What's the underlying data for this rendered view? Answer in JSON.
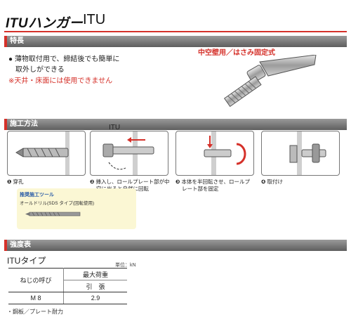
{
  "header": {
    "brand_logo": "ITUハンガー",
    "product_code": "ITU"
  },
  "features": {
    "section_title": "特長",
    "lines": [
      "● 薄物取付用で、締結後でも簡単に",
      "取外しができる"
    ],
    "warning": "※天井・床面には使用できません",
    "product_title": "中空壁用／はさみ固定式"
  },
  "method": {
    "section_title": "施工方法",
    "itu_label": "ITU",
    "steps": [
      {
        "num": "❶",
        "lines": [
          "穿孔"
        ]
      },
      {
        "num": "❷",
        "lines": [
          "挿入し、ロールプレート部が中",
          "空に出ると自然に回転"
        ]
      },
      {
        "num": "❸",
        "lines": [
          "本体を半回転させ、ロールプ",
          "レート部を固定"
        ]
      },
      {
        "num": "❹",
        "lines": [
          "取付け"
        ]
      }
    ],
    "tool": {
      "title": "推奨施工ツール",
      "line": "オールドリル(SDS タイプ(回転使用)"
    }
  },
  "strength": {
    "section_title": "強度表",
    "table_caption": "ITUタイプ",
    "unit_note": "単位：kN",
    "columns": {
      "thread": "ねじの呼び",
      "max_load": "最大荷重",
      "tension": "引　張"
    },
    "rows": [
      {
        "thread": "M 8",
        "tension": "2.9"
      }
    ],
    "footnote": "・鋼板／プレート耐力"
  },
  "colors": {
    "accent": "#d5312a",
    "header_bar": "#7a7a7a",
    "tool_box": "#fbf7d4",
    "tool_title": "#2a5ca8"
  }
}
